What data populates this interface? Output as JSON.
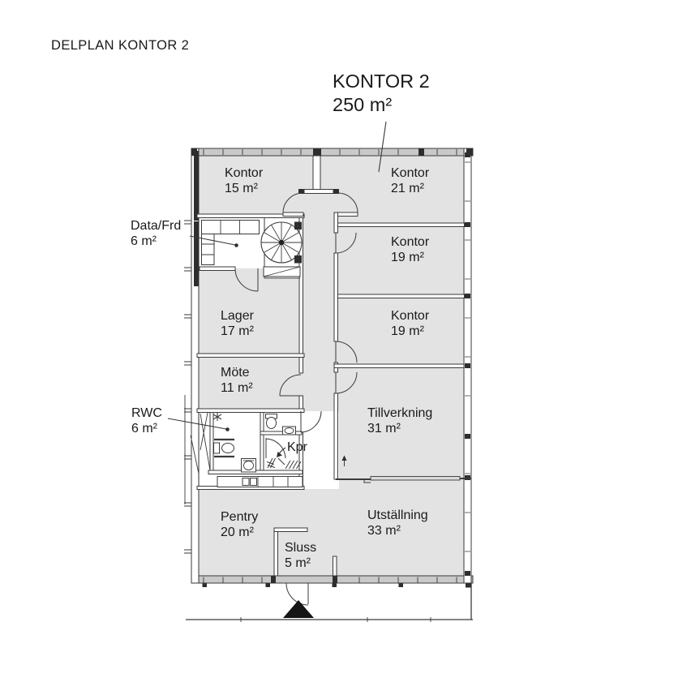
{
  "page": {
    "heading": "DELPLAN KONTOR 2"
  },
  "plan": {
    "name": "KONTOR 2",
    "area": "250 m²"
  },
  "rooms": [
    {
      "id": "kontor-15",
      "name": "Kontor",
      "area": "15 m²"
    },
    {
      "id": "kontor-21",
      "name": "Kontor",
      "area": "21 m²"
    },
    {
      "id": "data-frd",
      "name": "Data/Frd",
      "area": "6 m²"
    },
    {
      "id": "kontor-19-upper",
      "name": "Kontor",
      "area": "19 m²"
    },
    {
      "id": "lager",
      "name": "Lager",
      "area": "17 m²"
    },
    {
      "id": "kontor-19-lower",
      "name": "Kontor",
      "area": "19 m²"
    },
    {
      "id": "mote",
      "name": "Möte",
      "area": "11 m²"
    },
    {
      "id": "rwc",
      "name": "RWC",
      "area": "6 m²"
    },
    {
      "id": "tillverkning",
      "name": "Tillverkning",
      "area": "31 m²"
    },
    {
      "id": "kpr",
      "name": "Kpr"
    },
    {
      "id": "pentry",
      "name": "Pentry",
      "area": "20 m²"
    },
    {
      "id": "utstallning",
      "name": "Utställning",
      "area": "33 m²"
    },
    {
      "id": "sluss",
      "name": "Sluss",
      "area": "5 m²"
    }
  ],
  "icons": {
    "spiral_staircase": "circle-with-radial-treads",
    "entrance_marker": "filled-triangle-up",
    "toilet": "cistern-and-bowl-outline",
    "sink": "rect-with-basin"
  },
  "colors": {
    "floor_fill": "#e3e3e3",
    "band_fill": "#c9c9c9",
    "wall_line": "#3a3a3a",
    "wall_dark": "#2e2e2e",
    "text": "#1a1a1a"
  }
}
